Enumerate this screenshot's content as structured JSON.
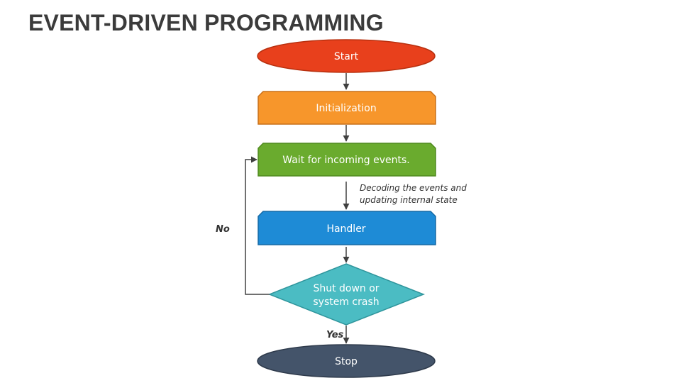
{
  "title": "EVENT-DRIVEN PROGRAMMING",
  "nodes": {
    "start": {
      "label": "Start",
      "color": "#e8401c"
    },
    "initialization": {
      "label": "Initialization",
      "color": "#f7962b"
    },
    "wait": {
      "label": "Wait for incoming events.",
      "color": "#6aab2e"
    },
    "handler": {
      "label": "Handler",
      "color": "#1e8bd6"
    },
    "decision": {
      "label_line1": "Shut down or",
      "label_line2": "system crash",
      "color": "#4bbcc3"
    },
    "stop": {
      "label": "Stop",
      "color": "#44546a"
    }
  },
  "annotations": {
    "decoding_line1": "Decoding the events and",
    "decoding_line2": "updating internal state"
  },
  "branches": {
    "no": "No",
    "yes": "Yes"
  }
}
